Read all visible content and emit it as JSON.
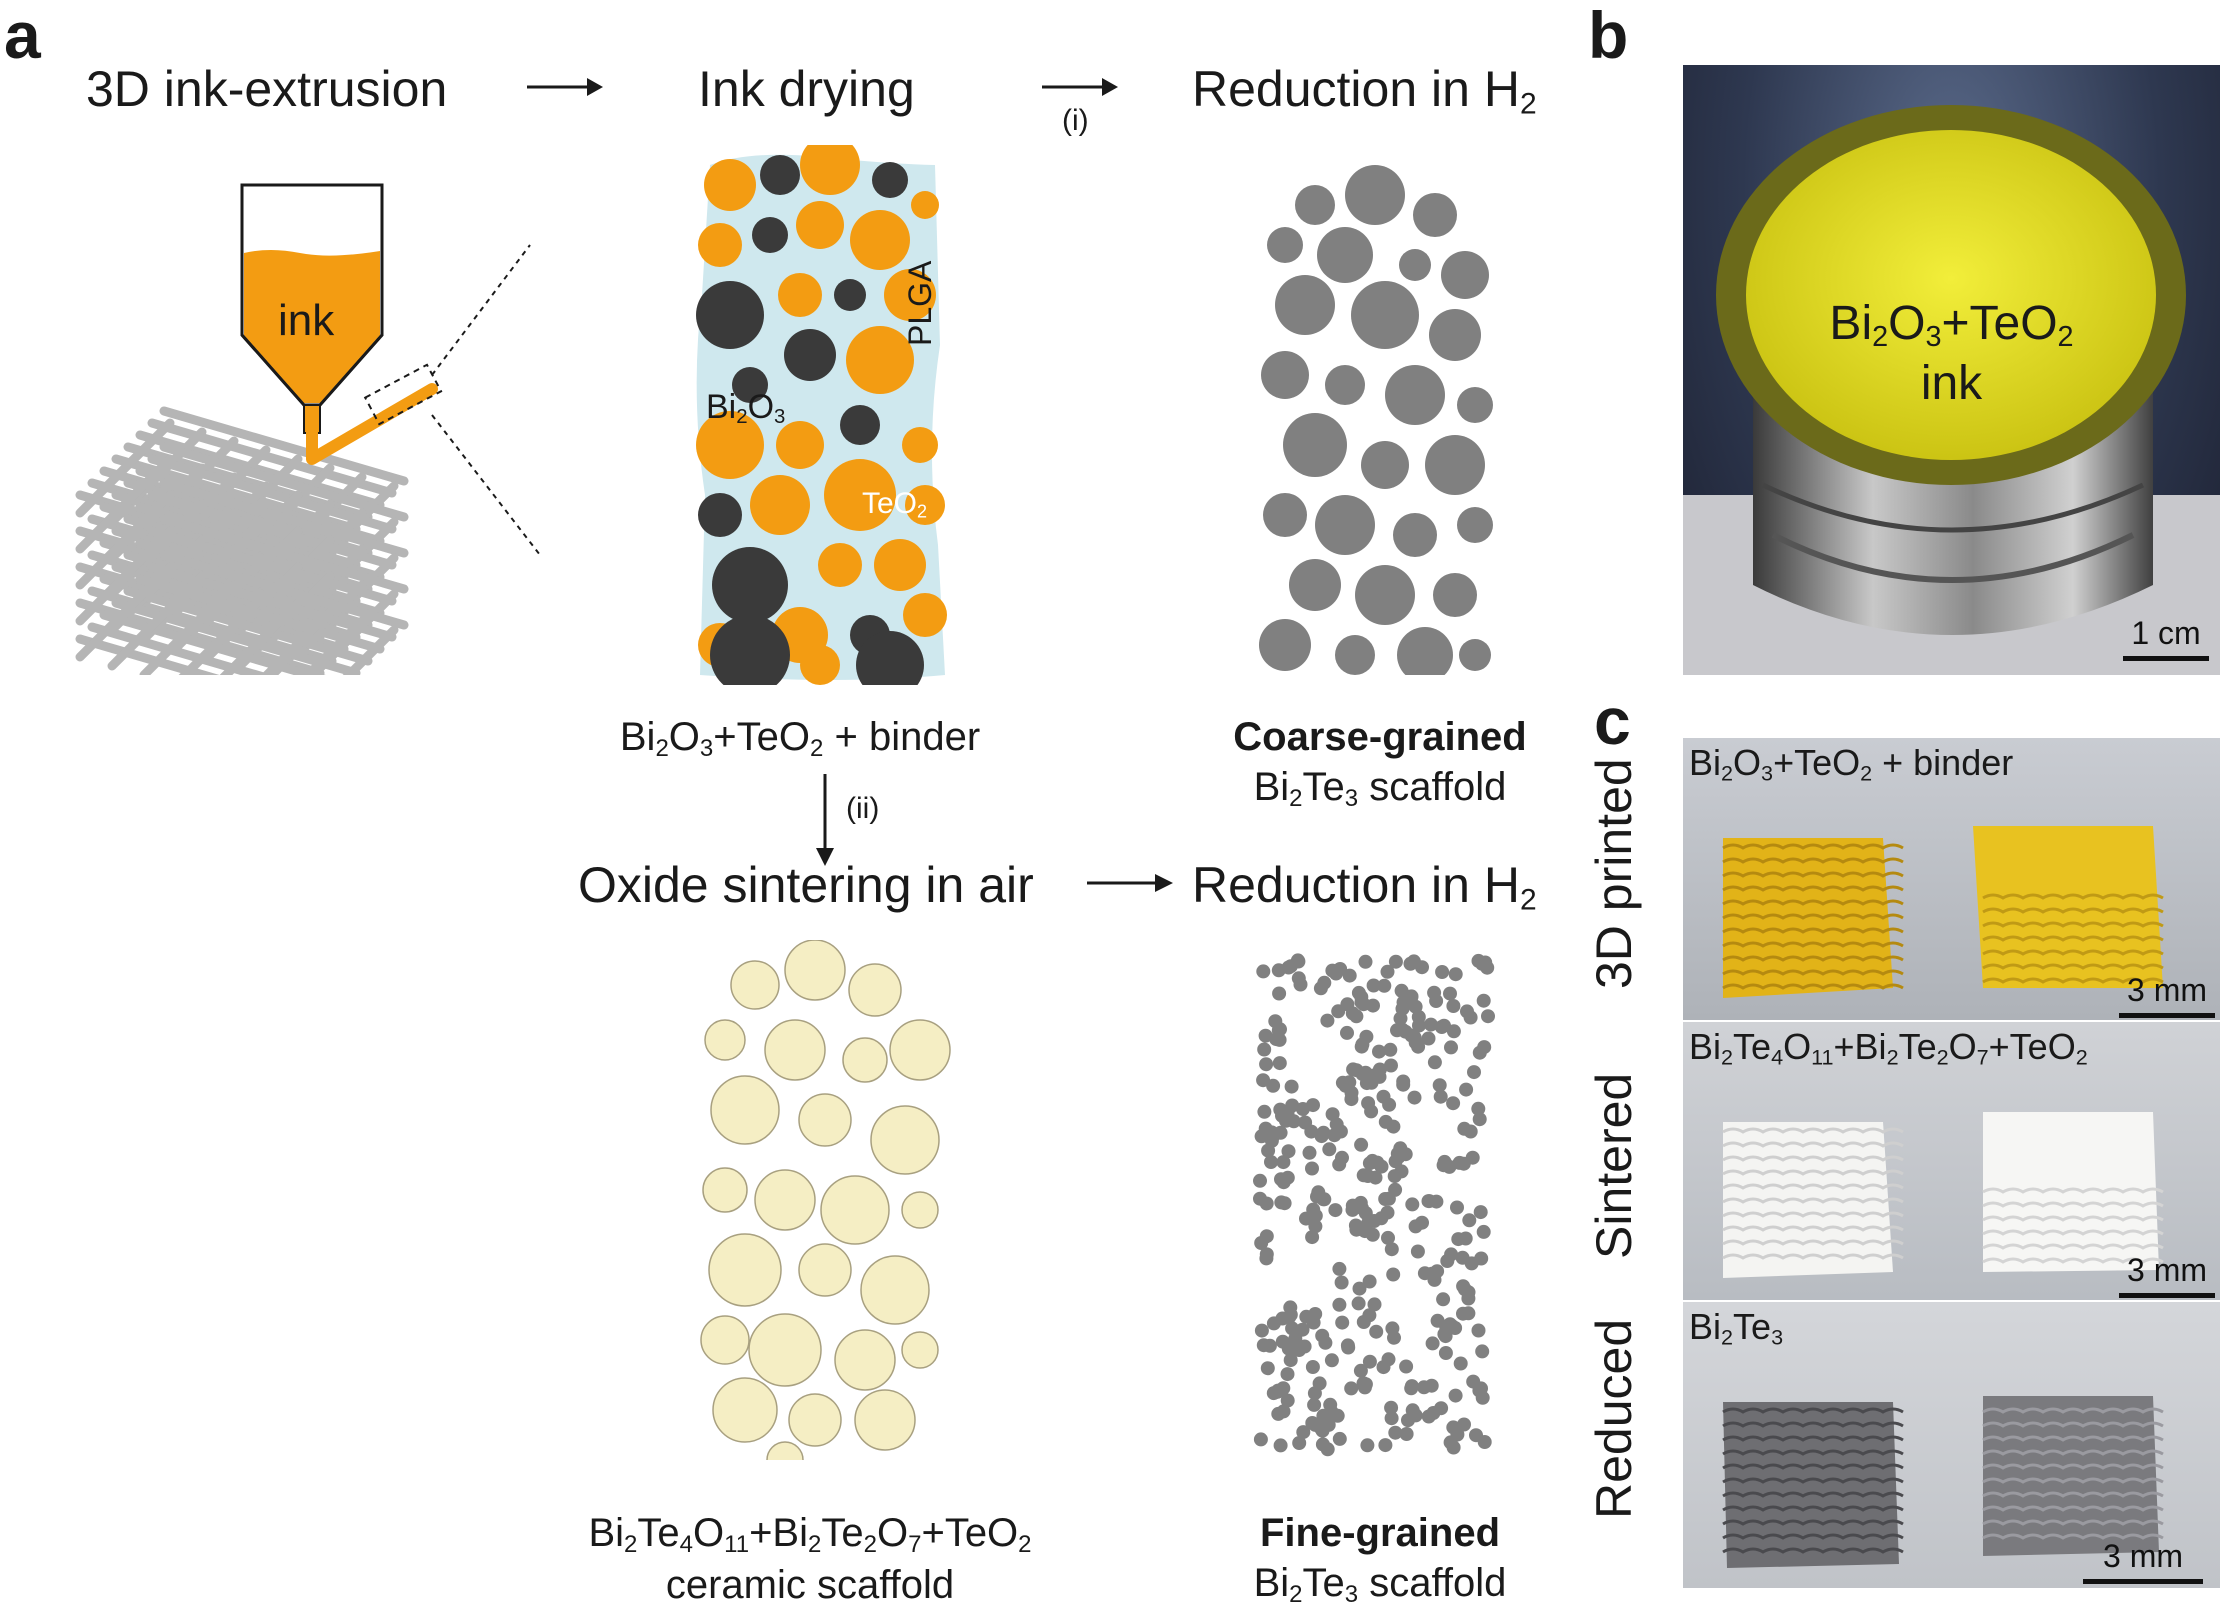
{
  "panels": {
    "a": "a",
    "b": "b",
    "c": "c"
  },
  "flow": {
    "step1": "3D ink-extrusion",
    "step2": "Ink drying",
    "step3_main": "Reduction in H",
    "step3_sub": "2",
    "arrow_i": "(i)",
    "arrow_ii": "(ii)",
    "step4": "Oxide sintering in air",
    "step5_main": "Reduction in H",
    "step5_sub": "2"
  },
  "printer": {
    "ink_label": "ink"
  },
  "drying": {
    "bi2o3_main": "Bi",
    "bi2o3_s1": "2",
    "bi2o3_mid": "O",
    "bi2o3_s2": "3",
    "teo2_main": "TeO",
    "teo2_sub": "2",
    "plga": "PLGA",
    "caption": {
      "p1": "Bi",
      "s1": "2",
      "p2": "O",
      "s2": "3",
      "p3": "+TeO",
      "s3": "2",
      "p4": " + binder"
    }
  },
  "coarse": {
    "title": "Coarse-grained",
    "p1": "Bi",
    "s1": "2",
    "p2": "Te",
    "s2": "3",
    "p3": " scaffold"
  },
  "ceramic": {
    "p1": "Bi",
    "s1": "2",
    "p2": "Te",
    "s2": "4",
    "p3": "O",
    "s3": "11",
    "p4": "+Bi",
    "s4": "2",
    "p5": "Te",
    "s5": "2",
    "p6": "O",
    "s6": "7",
    "p7": "+TeO",
    "s7": "2",
    "line2": "ceramic scaffold"
  },
  "fine": {
    "title": "Fine-grained",
    "p1": "Bi",
    "s1": "2",
    "p2": "Te",
    "s2": "3",
    "p3": " scaffold"
  },
  "photo_b": {
    "l1": "Bi",
    "s1": "2",
    "l2": "O",
    "s2": "3",
    "l3": "+TeO",
    "s3": "2",
    "line2": "ink",
    "scale": "1 cm"
  },
  "photo_c": {
    "row1": {
      "side": "3D printed",
      "p1": "Bi",
      "s1": "2",
      "p2": "O",
      "s2": "3",
      "p3": "+TeO",
      "s3": "2",
      "p4": " + binder",
      "scale": "3 mm"
    },
    "row2": {
      "side": "Sintered",
      "p1": "Bi",
      "s1": "2",
      "p2": "Te",
      "s2": "4",
      "p3": "O",
      "s3": "11",
      "p4": "+Bi",
      "s4": "2",
      "p5": "Te",
      "s5": "2",
      "p6": "O",
      "s6": "7",
      "p7": "+TeO",
      "s7": "2",
      "scale": "3 mm"
    },
    "row3": {
      "side": "Reduced",
      "p1": "Bi",
      "s1": "2",
      "p2": "Te",
      "s2": "3",
      "scale": "3 mm"
    }
  },
  "colors": {
    "orange": "#f39c12",
    "dark": "#3a3a3a",
    "gray": "#808080",
    "cream": "#f5eec4",
    "binder": "#cfe8ee",
    "yellow_ink": "#e8e020"
  }
}
